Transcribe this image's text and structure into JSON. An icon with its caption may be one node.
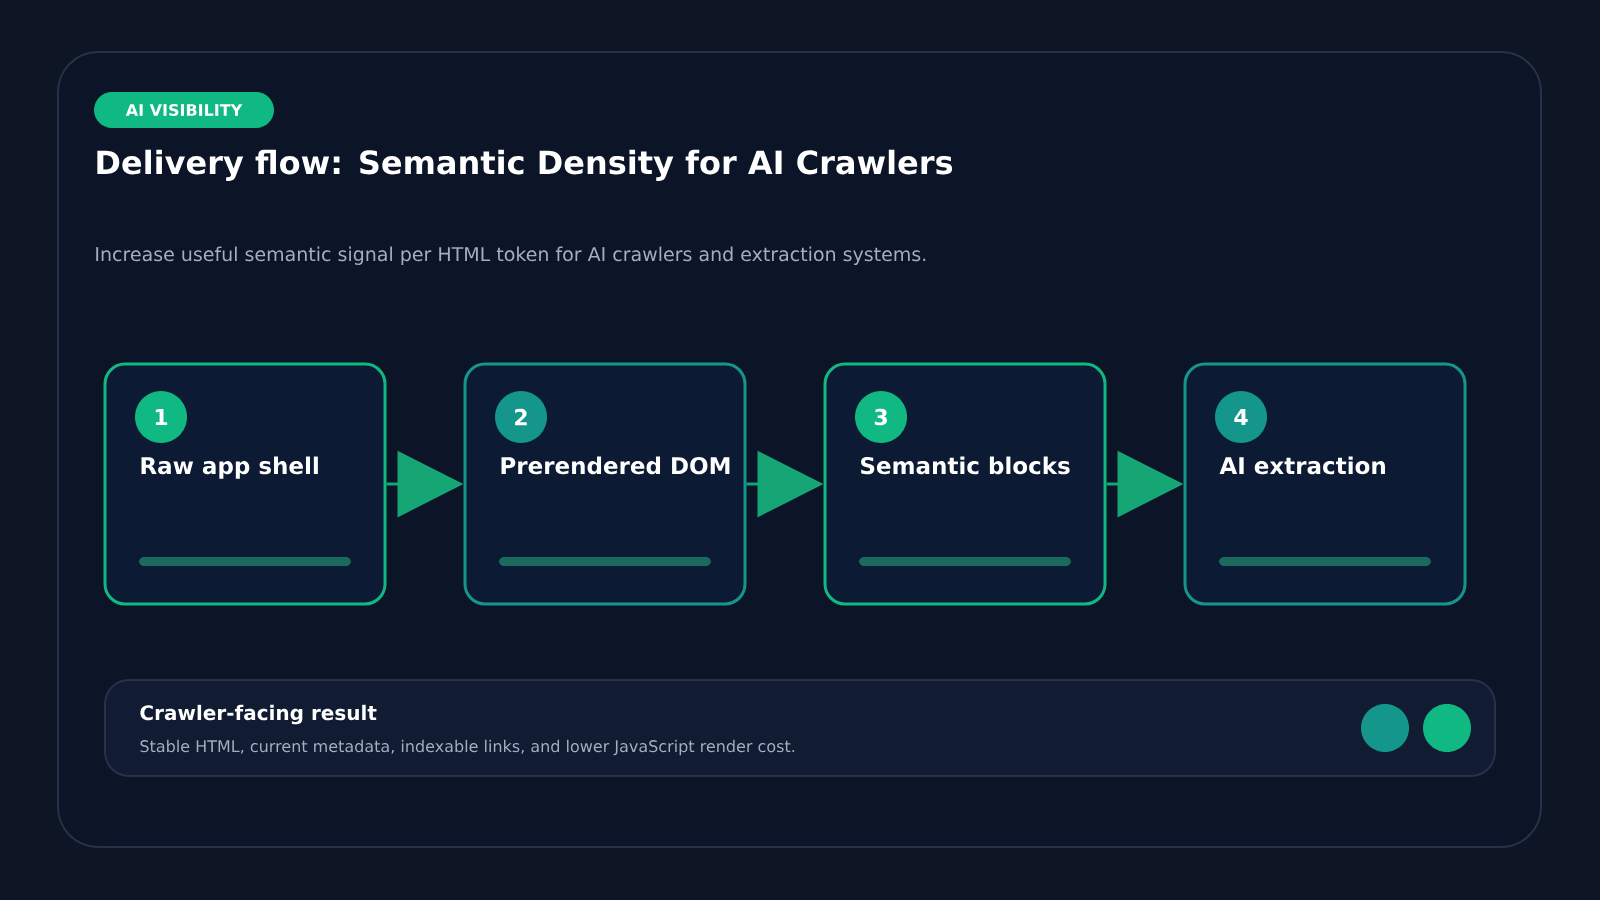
{
  "diagram": {
    "title": "Delivery flow: Semantic Density for AI Crawlers",
    "nodes": [
      {
        "text": [
          "1",
          "Raw app shell"
        ]
      },
      {
        "text": [
          "2",
          "Prerendered DOM"
        ]
      },
      {
        "text": [
          "3",
          "Semantic blocks"
        ]
      },
      {
        "text": [
          "4",
          "AI extraction"
        ]
      },
      {
        "text": [
          "Crawler-facing result",
          "Stable HTML, current metadata, indexable links, and lower JavaScript render cost."
        ]
      }
    ],
    "edges": [
      {
        "from": 0,
        "to": 1,
        "arrow": "to"
      },
      {
        "from": 1,
        "to": 2,
        "arrow": "to"
      },
      {
        "from": 2,
        "to": 3,
        "arrow": "to"
      }
    ],
    "labels": [
      "AI VISIBILITY",
      "Increase useful semantic signal per HTML token for AI crawlers and extraction systems."
    ]
  }
}
